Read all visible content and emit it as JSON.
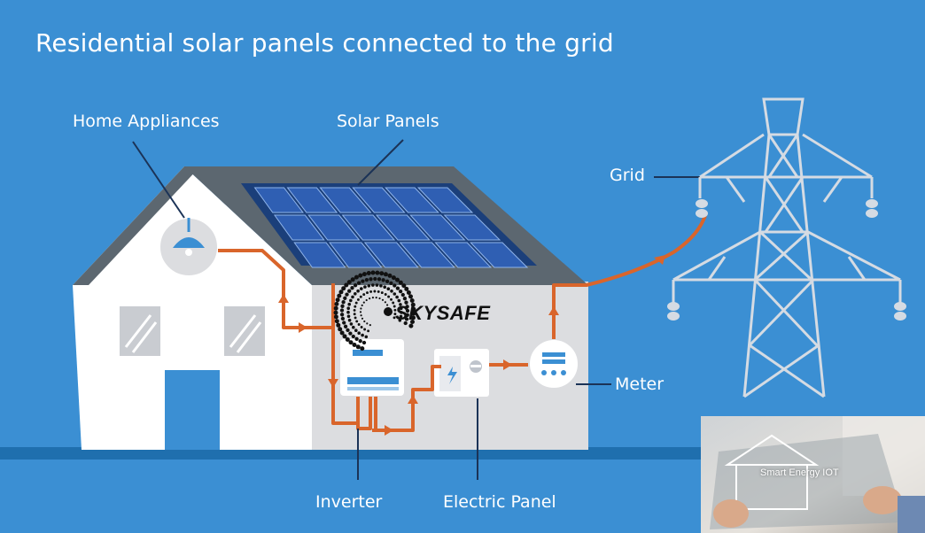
{
  "title": "Residential solar panels connected to the grid",
  "labels": {
    "home_appliances": "Home Appliances",
    "solar_panels": "Solar Panels",
    "grid": "Grid",
    "meter": "Meter",
    "inverter": "Inverter",
    "electric_panel": "Electric Panel"
  },
  "brand": "SKYSAFE",
  "photo_caption": "Smart Energy IOT",
  "colors": {
    "background": "#3b8fd3",
    "roof": "#5c6770",
    "wall": "#dcdde0",
    "panel": "#2f5fb3",
    "wire": "#d9652b",
    "tower": "#d5dbe3",
    "ground": "#1f6fae"
  }
}
